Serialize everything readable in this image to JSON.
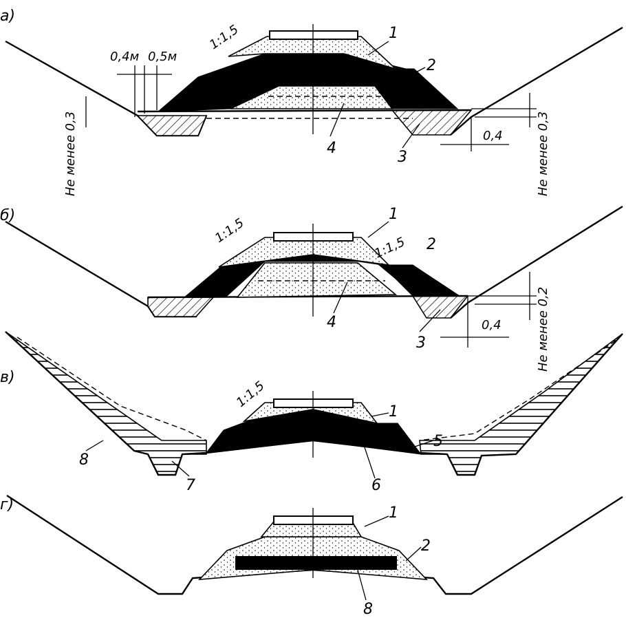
{
  "panels": {
    "a": {
      "label": "а)",
      "slope": "1:1,5",
      "dim1": "0,4м",
      "dim2": "0,5м",
      "min_left": "Не менее 0,3",
      "min_right": "Не менее 0,3",
      "dim_right": "0,4",
      "callouts": [
        "1",
        "2",
        "3",
        "4"
      ]
    },
    "b": {
      "label": "б)",
      "slope_left": "1:1,5",
      "slope_right": "1:1,5",
      "min_right": "Не менее 0,2",
      "dim_right": "0,4",
      "callouts": [
        "1",
        "2",
        "3",
        "4"
      ]
    },
    "c": {
      "label": "в)",
      "slope": "1:1,5",
      "callouts": [
        "1",
        "5",
        "6",
        "7",
        "8"
      ]
    },
    "d": {
      "label": "г)",
      "callouts": [
        "1",
        "2",
        "8"
      ]
    }
  }
}
